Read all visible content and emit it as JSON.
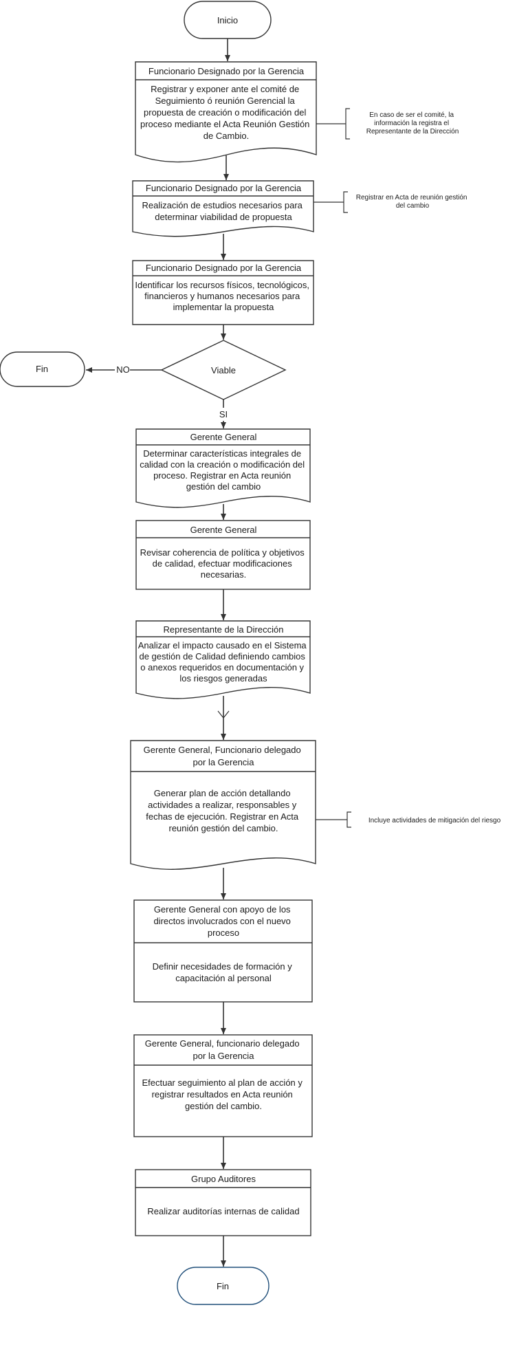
{
  "terminals": {
    "start": "Inicio",
    "end_no": "Fin",
    "end": "Fin"
  },
  "decision": {
    "label": "Viable",
    "no": "NO",
    "yes": "SI"
  },
  "steps": [
    {
      "header": "Funcionario Designado por la Gerencia",
      "body": [
        "Registrar y exponer ante el comité de",
        "Seguimiento ó reunión Gerencial la",
        "propuesta de creación o modificación del",
        "proceso mediante el Acta Reunión Gestión",
        "de Cambio."
      ]
    },
    {
      "header": "Funcionario Designado por la Gerencia",
      "body": [
        "Realización de estudios necesarios para",
        "determinar viabilidad de propuesta"
      ]
    },
    {
      "header": "Funcionario Designado por la Gerencia",
      "body": [
        "Identificar los recursos físicos, tecnológicos,",
        "financieros y humanos necesarios para",
        "implementar la propuesta"
      ]
    },
    {
      "header": "Gerente General",
      "body": [
        "Determinar características integrales de",
        "calidad con la creación o modificación del",
        "proceso. Registrar en Acta reunión",
        "gestión del cambio"
      ]
    },
    {
      "header": "Gerente General",
      "body": [
        "Revisar coherencia de política y objetivos",
        "de calidad, efectuar modificaciones",
        "necesarias."
      ]
    },
    {
      "header": "Representante de la Dirección",
      "body": [
        "Analizar el impacto causado en el Sistema",
        "de gestión de Calidad definiendo cambios",
        "o anexos requeridos en documentación y",
        "los riesgos generadas"
      ]
    },
    {
      "header": [
        "Gerente General,  Funcionario delegado",
        "por la Gerencia"
      ],
      "body": [
        "Generar plan de acción detallando",
        "actividades a realizar, responsables y",
        "fechas de ejecución. Registrar en Acta",
        "reunión gestión del cambio."
      ]
    },
    {
      "header": [
        "Gerente General con apoyo de los",
        "directos involucrados con el nuevo",
        "proceso"
      ],
      "body": [
        "Definir necesidades de formación y",
        "capacitación al personal"
      ]
    },
    {
      "header": [
        "Gerente General,  funcionario delegado",
        "por la Gerencia"
      ],
      "body": [
        "Efectuar seguimiento al plan de acción y",
        "registrar resultados en Acta reunión",
        "gestión del cambio."
      ]
    },
    {
      "header": "Grupo Auditores",
      "body": [
        "Realizar auditorías internas de calidad"
      ]
    }
  ],
  "notes": {
    "n1": [
      "En caso de ser el comité, la",
      "información la registra el",
      "Representante de la Dirección"
    ],
    "n2": [
      "Registrar en Acta de reunión gestión",
      "del cambio"
    ],
    "n3": [
      "Incluye actividades de mitigación del riesgo"
    ]
  }
}
